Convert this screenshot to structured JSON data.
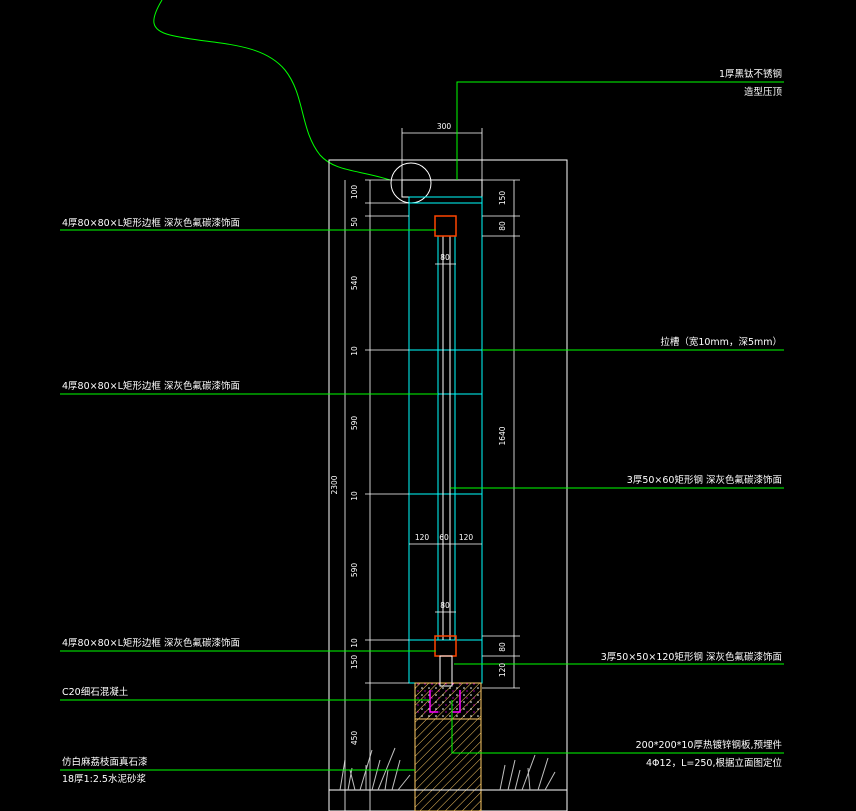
{
  "labels": {
    "top_cap_line1": "1厚黑钛不锈钢",
    "top_cap_line2": "造型压顶",
    "frame_top": "4厚80×80×L矩形边框  深灰色氟碳漆饰面",
    "frame_mid": "4厚80×80×L矩形边框  深灰色氟碳漆饰面",
    "frame_bottom": "4厚80×80×L矩形边框  深灰色氟碳漆饰面",
    "groove": "拉槽（宽10mm，深5mm）",
    "rect_steel_60": "3厚50×60矩形钢  深灰色氟碳漆饰面",
    "rect_steel_120": "3厚50×50×120矩形钢  深灰色氟碳漆饰面",
    "concrete": "C20细石混凝土",
    "stone_line1": "仿白麻荔枝面真石漆",
    "stone_line2": "18厚1:2.5水泥砂浆",
    "plate_line1": "200*200*10厚热镀锌钢板,预埋件",
    "plate_line2": "4Φ12，L=250,根据立面图定位"
  },
  "dims": {
    "top_width": "300",
    "left_100": "100",
    "left_50": "50",
    "left_540": "540",
    "left_10a": "10",
    "left_590a": "590",
    "left_10b": "10",
    "left_590b": "590",
    "left_10c": "10",
    "left_150": "150",
    "left_450": "450",
    "overall": "2300",
    "right_150": "150",
    "right_80a": "80",
    "right_1640": "1640",
    "right_80b": "80",
    "right_120": "120",
    "w80_top": "80",
    "w120_left": "120",
    "w60": "60",
    "w120_right": "120",
    "w80_bottom": "80"
  },
  "colors": {
    "background": "#000000",
    "leader": "#00ff00",
    "dimension": "#ffffff",
    "outline": "#ffffff",
    "column": "#00ffff",
    "steel": "#ff4500",
    "footing": "#ffcc66",
    "concrete_fill": "#ff00ff",
    "grass": "#c0c0c0"
  }
}
